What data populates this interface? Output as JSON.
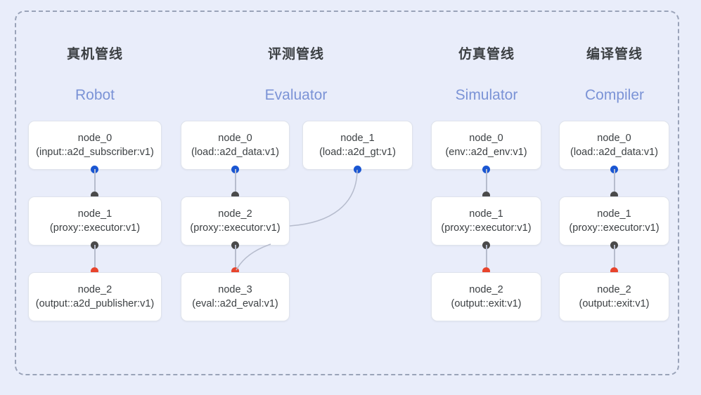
{
  "diagram": {
    "background_color": "#e9edfa",
    "frame_style": "dashed",
    "accent_colors": {
      "input_dot": "#1a56d2",
      "proxy_dot": "#4a4a4a",
      "output_dot": "#e8442c",
      "english_label": "#7b93d6",
      "chinese_label": "#3c4043"
    }
  },
  "columns": [
    {
      "id": "robot",
      "title_cn": "真机管线",
      "title_en": "Robot",
      "nodes": [
        {
          "name": "node_0",
          "type": "(input::a2d_subscriber:v1)",
          "row": 0
        },
        {
          "name": "node_1",
          "type": "(proxy::executor:v1)",
          "row": 1
        },
        {
          "name": "node_2",
          "type": "(output::a2d_publisher:v1)",
          "row": 2
        }
      ]
    },
    {
      "id": "evaluator",
      "title_cn": "评测管线",
      "title_en": "Evaluator",
      "nodes": [
        {
          "name": "node_0",
          "type": "(load::a2d_data:v1)",
          "row": 0
        },
        {
          "name": "node_1",
          "type": "(load::a2d_gt:v1)",
          "row": 0,
          "offset": true
        },
        {
          "name": "node_2",
          "type": "(proxy::executor:v1)",
          "row": 1
        },
        {
          "name": "node_3",
          "type": "(eval::a2d_eval:v1)",
          "row": 2
        }
      ]
    },
    {
      "id": "simulator",
      "title_cn": "仿真管线",
      "title_en": "Simulator",
      "nodes": [
        {
          "name": "node_0",
          "type": "(env::a2d_env:v1)",
          "row": 0
        },
        {
          "name": "node_1",
          "type": "(proxy::executor:v1)",
          "row": 1
        },
        {
          "name": "node_2",
          "type": "(output::exit:v1)",
          "row": 2
        }
      ]
    },
    {
      "id": "compiler",
      "title_cn": "编译管线",
      "title_en": "Compiler",
      "nodes": [
        {
          "name": "node_0",
          "type": "(load::a2d_data:v1)",
          "row": 0
        },
        {
          "name": "node_1",
          "type": "(proxy::executor:v1)",
          "row": 1
        },
        {
          "name": "node_2",
          "type": "(output::exit:v1)",
          "row": 2
        }
      ]
    }
  ]
}
